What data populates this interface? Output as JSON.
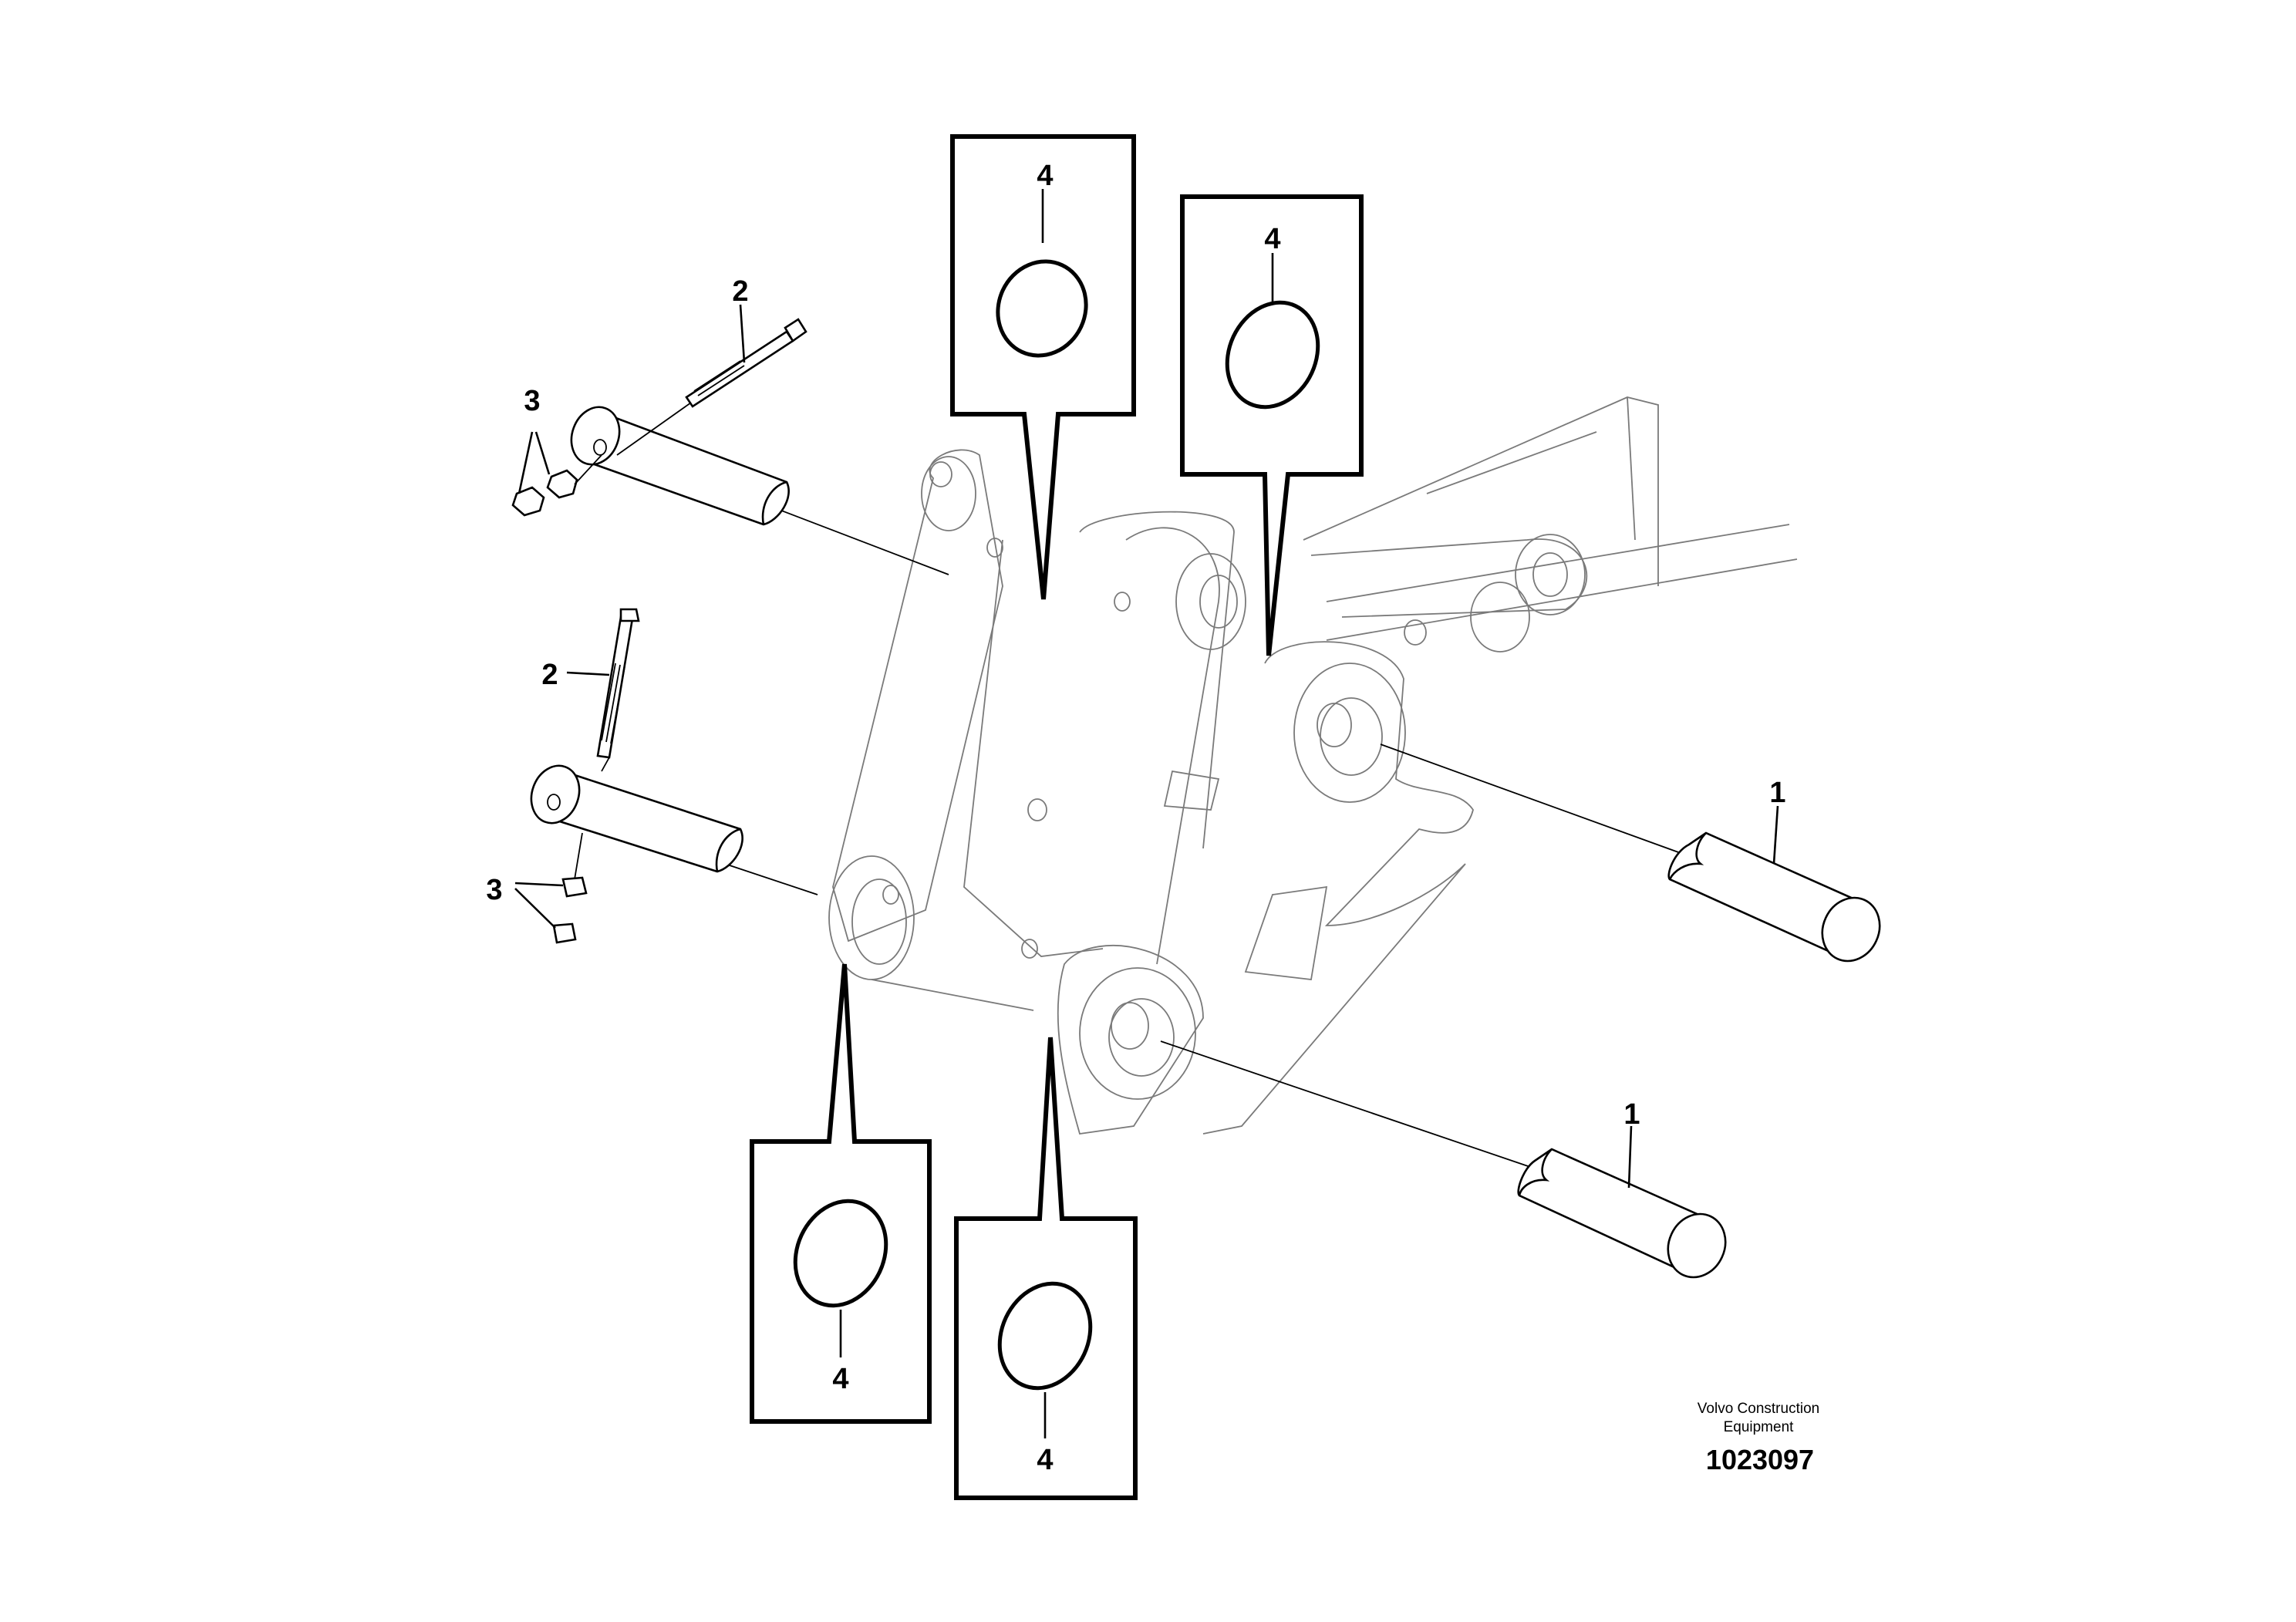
{
  "callouts": {
    "pin_upper": "1",
    "pin_lower": "1",
    "bolt_upper": "2",
    "bolt_lower": "2",
    "nut_upper": "3",
    "nut_lower": "3",
    "seal_top_left": "4",
    "seal_top_right": "4",
    "seal_bottom_left": "4",
    "seal_bottom_right": "4"
  },
  "brand": {
    "line1": "Volvo Construction",
    "line2": "Equipment"
  },
  "document_number": "1023097"
}
